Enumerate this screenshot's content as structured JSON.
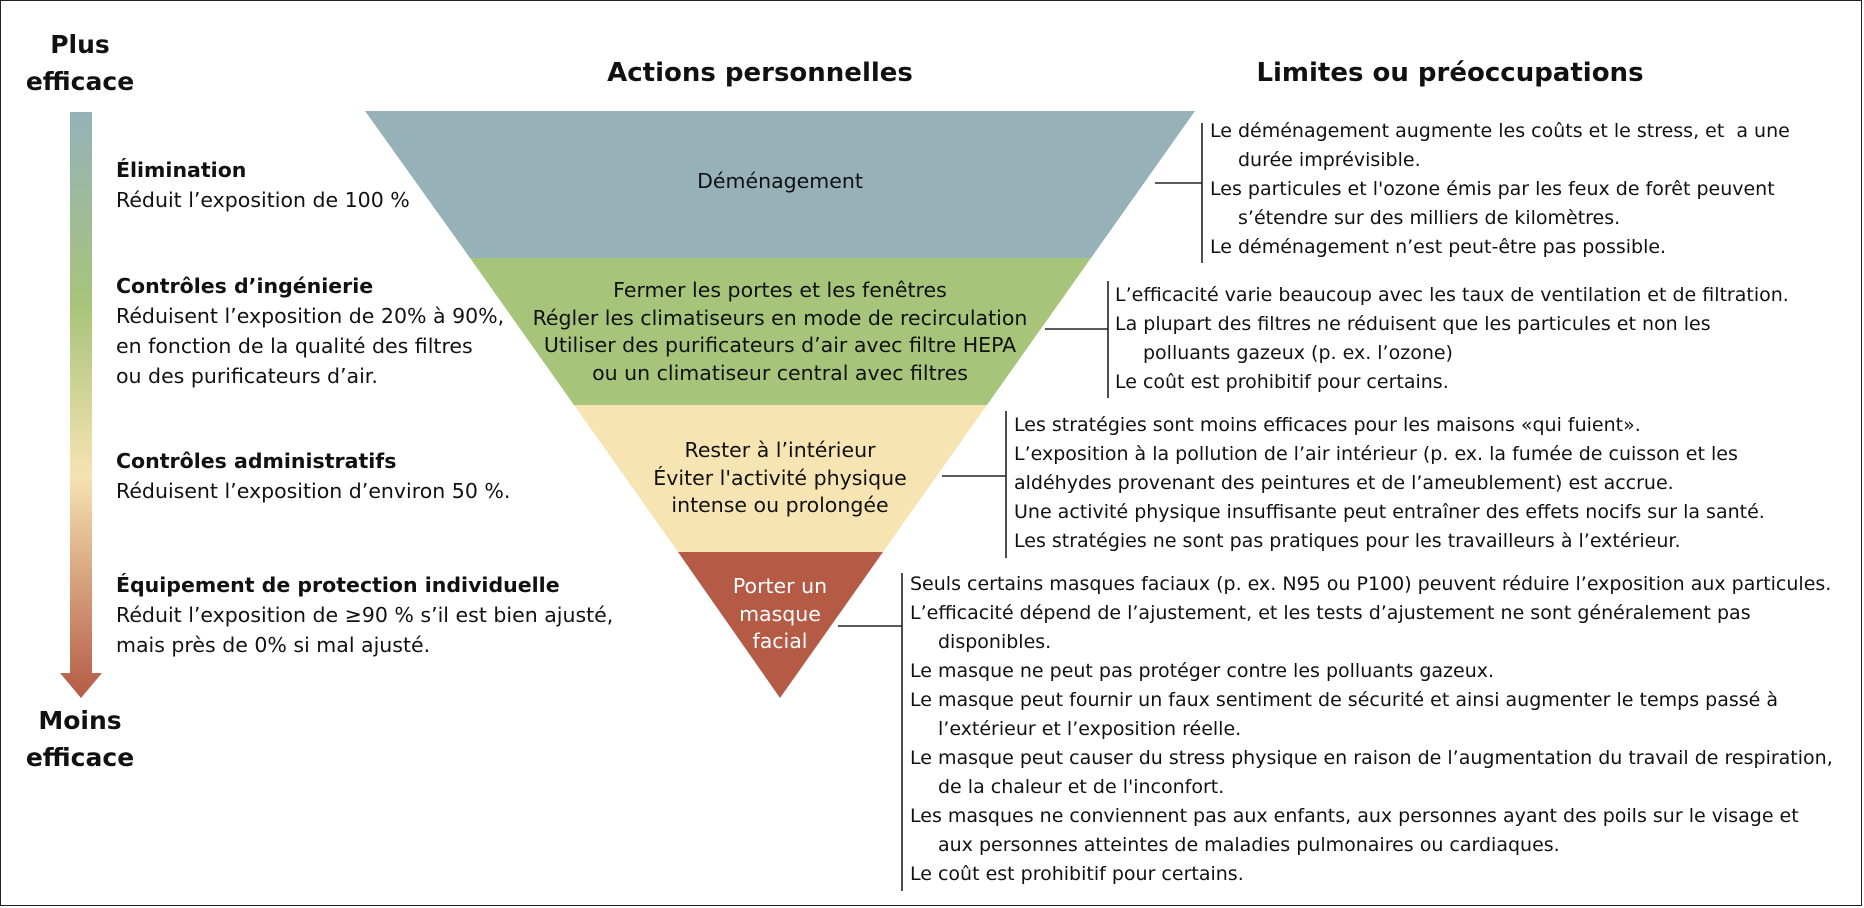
{
  "axis": {
    "top_label_1": "Plus",
    "top_label_2": "efficace",
    "bottom_label_1": "Moins",
    "bottom_label_2": "efficace",
    "gradient_colors": [
      "#95b1b9",
      "#a8c47a",
      "#f6e3b2",
      "#b45a45"
    ]
  },
  "headers": {
    "actions": "Actions personnelles",
    "limits": "Limites ou préoccupations"
  },
  "categories": [
    {
      "title": "Élimination",
      "description": "Réduit l’exposition de 100 %"
    },
    {
      "title": "Contrôles d’ingénierie",
      "description": "Réduisent l’exposition de 20% à 90%,\nen fonction de la qualité des filtres\nou des purificateurs d’air."
    },
    {
      "title": "Contrôles administratifs",
      "description": "Réduisent l’exposition d’environ 50 %."
    },
    {
      "title": "Équipement de protection individuelle",
      "description": "Réduit l’exposition de ≥90 % s’il est bien ajusté,\nmais près de 0% si mal ajusté."
    }
  ],
  "tiers": [
    {
      "color": "#97b1b9",
      "lines": [
        "Déménagement"
      ]
    },
    {
      "color": "#a7c47b",
      "lines": [
        "Fermer les portes et les fenêtres",
        "Régler les climatiseurs en mode de recirculation",
        "Utiliser des purificateurs d’air avec filtre HEPA",
        "ou un climatiseur central avec filtres"
      ]
    },
    {
      "color": "#f6e4b3",
      "lines": [
        "Rester à l’intérieur",
        "Éviter l'activité physique",
        "intense ou prolongée"
      ]
    },
    {
      "color": "#b45a45",
      "text_color": "#ffffff",
      "lines": [
        "Porter un",
        "masque",
        "facial"
      ]
    }
  ],
  "limits": [
    [
      [
        "Le déménagement augmente les coûts et le stress, et  a une",
        "durée imprévisible."
      ],
      [
        "Les particules et l'ozone émis par les feux de forêt peuvent",
        "s’étendre sur des milliers de kilomètres."
      ],
      [
        "Le déménagement n’est peut-être pas possible."
      ]
    ],
    [
      [
        "L’efficacité varie beaucoup avec les taux de ventilation et de filtration."
      ],
      [
        "La plupart des filtres ne réduisent que les particules et non les",
        "polluants gazeux (p. ex. l’ozone)"
      ],
      [
        "Le coût est prohibitif pour certains."
      ]
    ],
    [
      [
        "Les stratégies sont moins efficaces pour les maisons «qui fuient»."
      ],
      [
        "L’exposition à la pollution de l’air intérieur (p. ex. la fumée de cuisson et les"
      ],
      [
        "aldéhydes provenant des peintures et de l’ameublement) est accrue."
      ],
      [
        "Une activité physique insuffisante peut entraîner des effets nocifs sur la santé."
      ],
      [
        "Les stratégies ne sont pas pratiques pour les travailleurs à l’extérieur."
      ]
    ],
    [
      [
        "Seuls certains masques faciaux (p. ex. N95 ou P100) peuvent réduire l’exposition aux particules."
      ],
      [
        "L’efficacité dépend de l’ajustement, et les tests d’ajustement ne sont généralement pas",
        "disponibles."
      ],
      [
        "Le masque ne peut pas protéger contre les polluants gazeux."
      ],
      [
        "Le masque peut fournir un faux sentiment de sécurité et ainsi augmenter le temps passé à",
        "l’extérieur et l’exposition réelle."
      ],
      [
        "Le masque peut causer du stress physique en raison de l’augmentation du travail de respiration,",
        "de la chaleur et de l'inconfort."
      ],
      [
        "Les masques ne conviennent pas aux enfants, aux personnes ayant des poils sur le visage et",
        "aux personnes atteintes de maladies pulmonaires ou cardiaques."
      ],
      [
        "Le coût est prohibitif pour certains."
      ]
    ]
  ]
}
